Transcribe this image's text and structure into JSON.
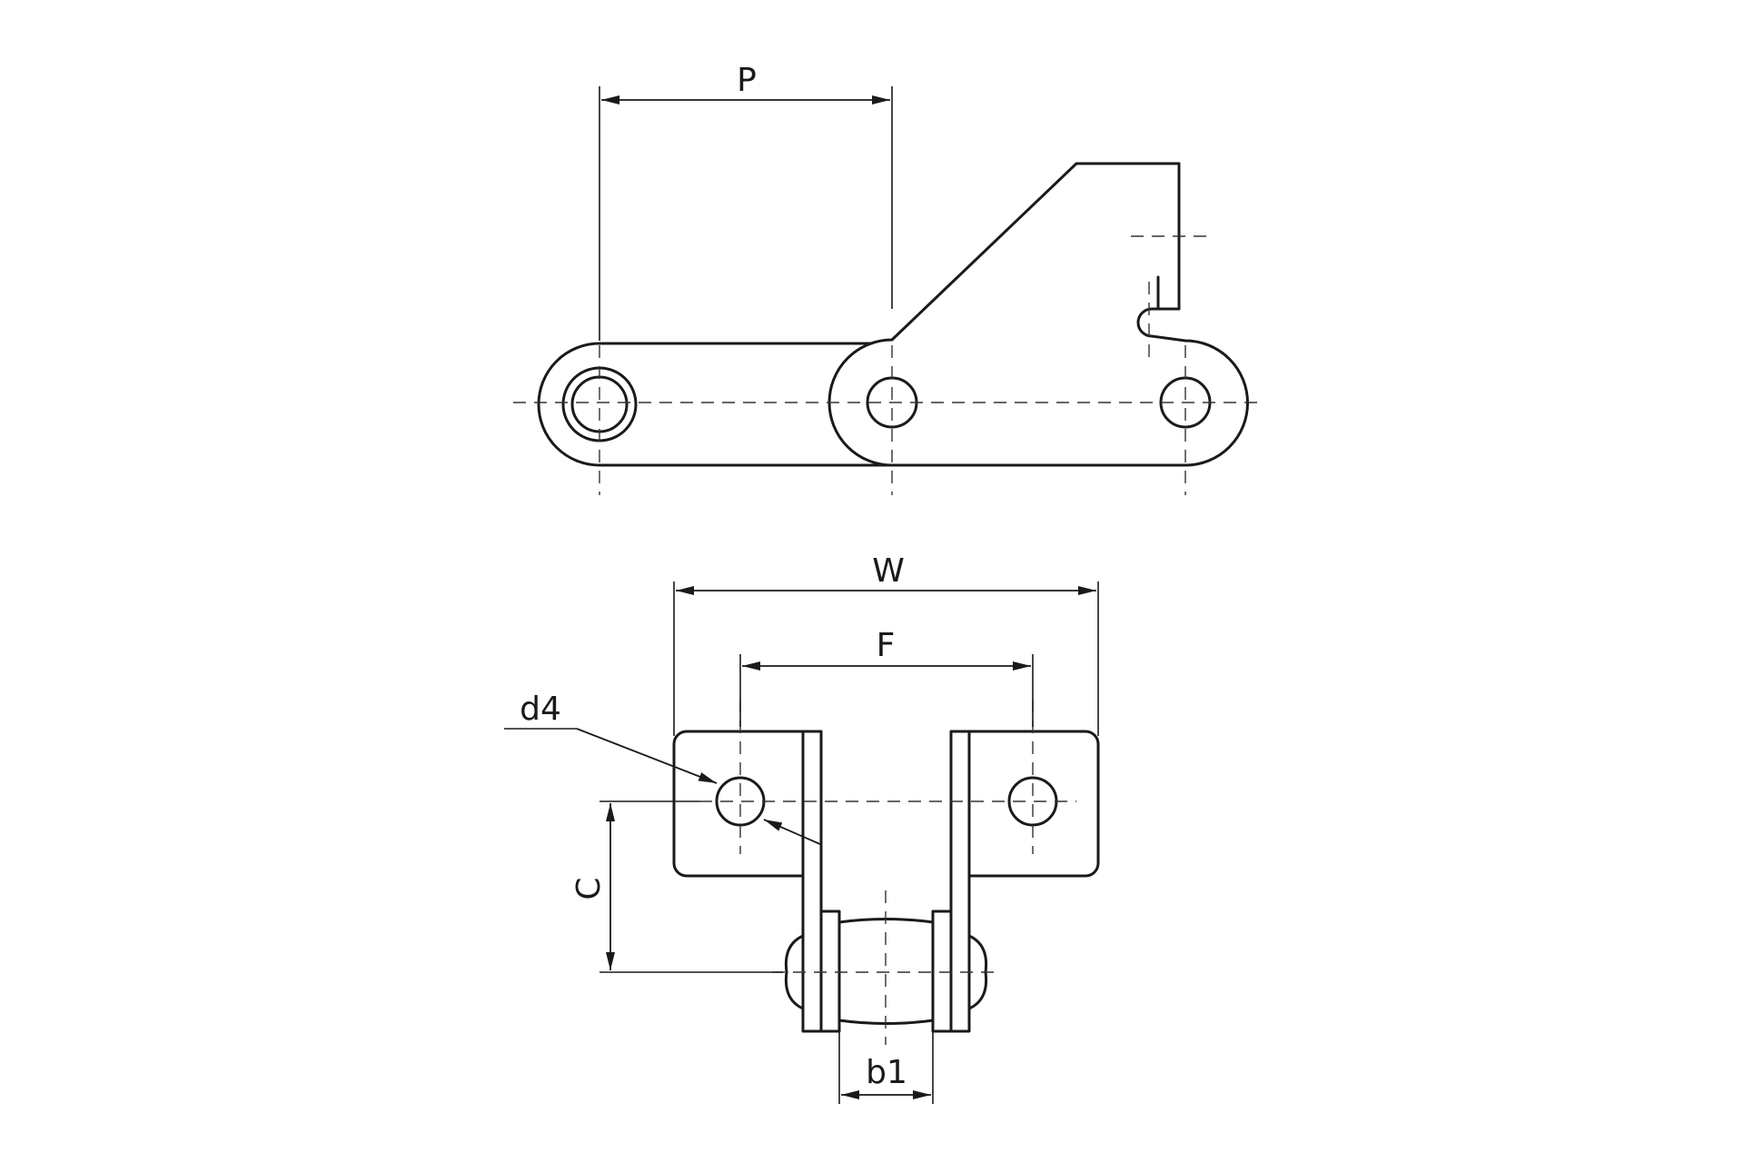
{
  "labels": {
    "pitch": "P",
    "width": "W",
    "hole_spacing": "F",
    "hole_diameter": "d4",
    "height": "C",
    "inner_width": "b1"
  },
  "colors": {
    "line": "#1a1a1a",
    "background": "#ffffff"
  }
}
